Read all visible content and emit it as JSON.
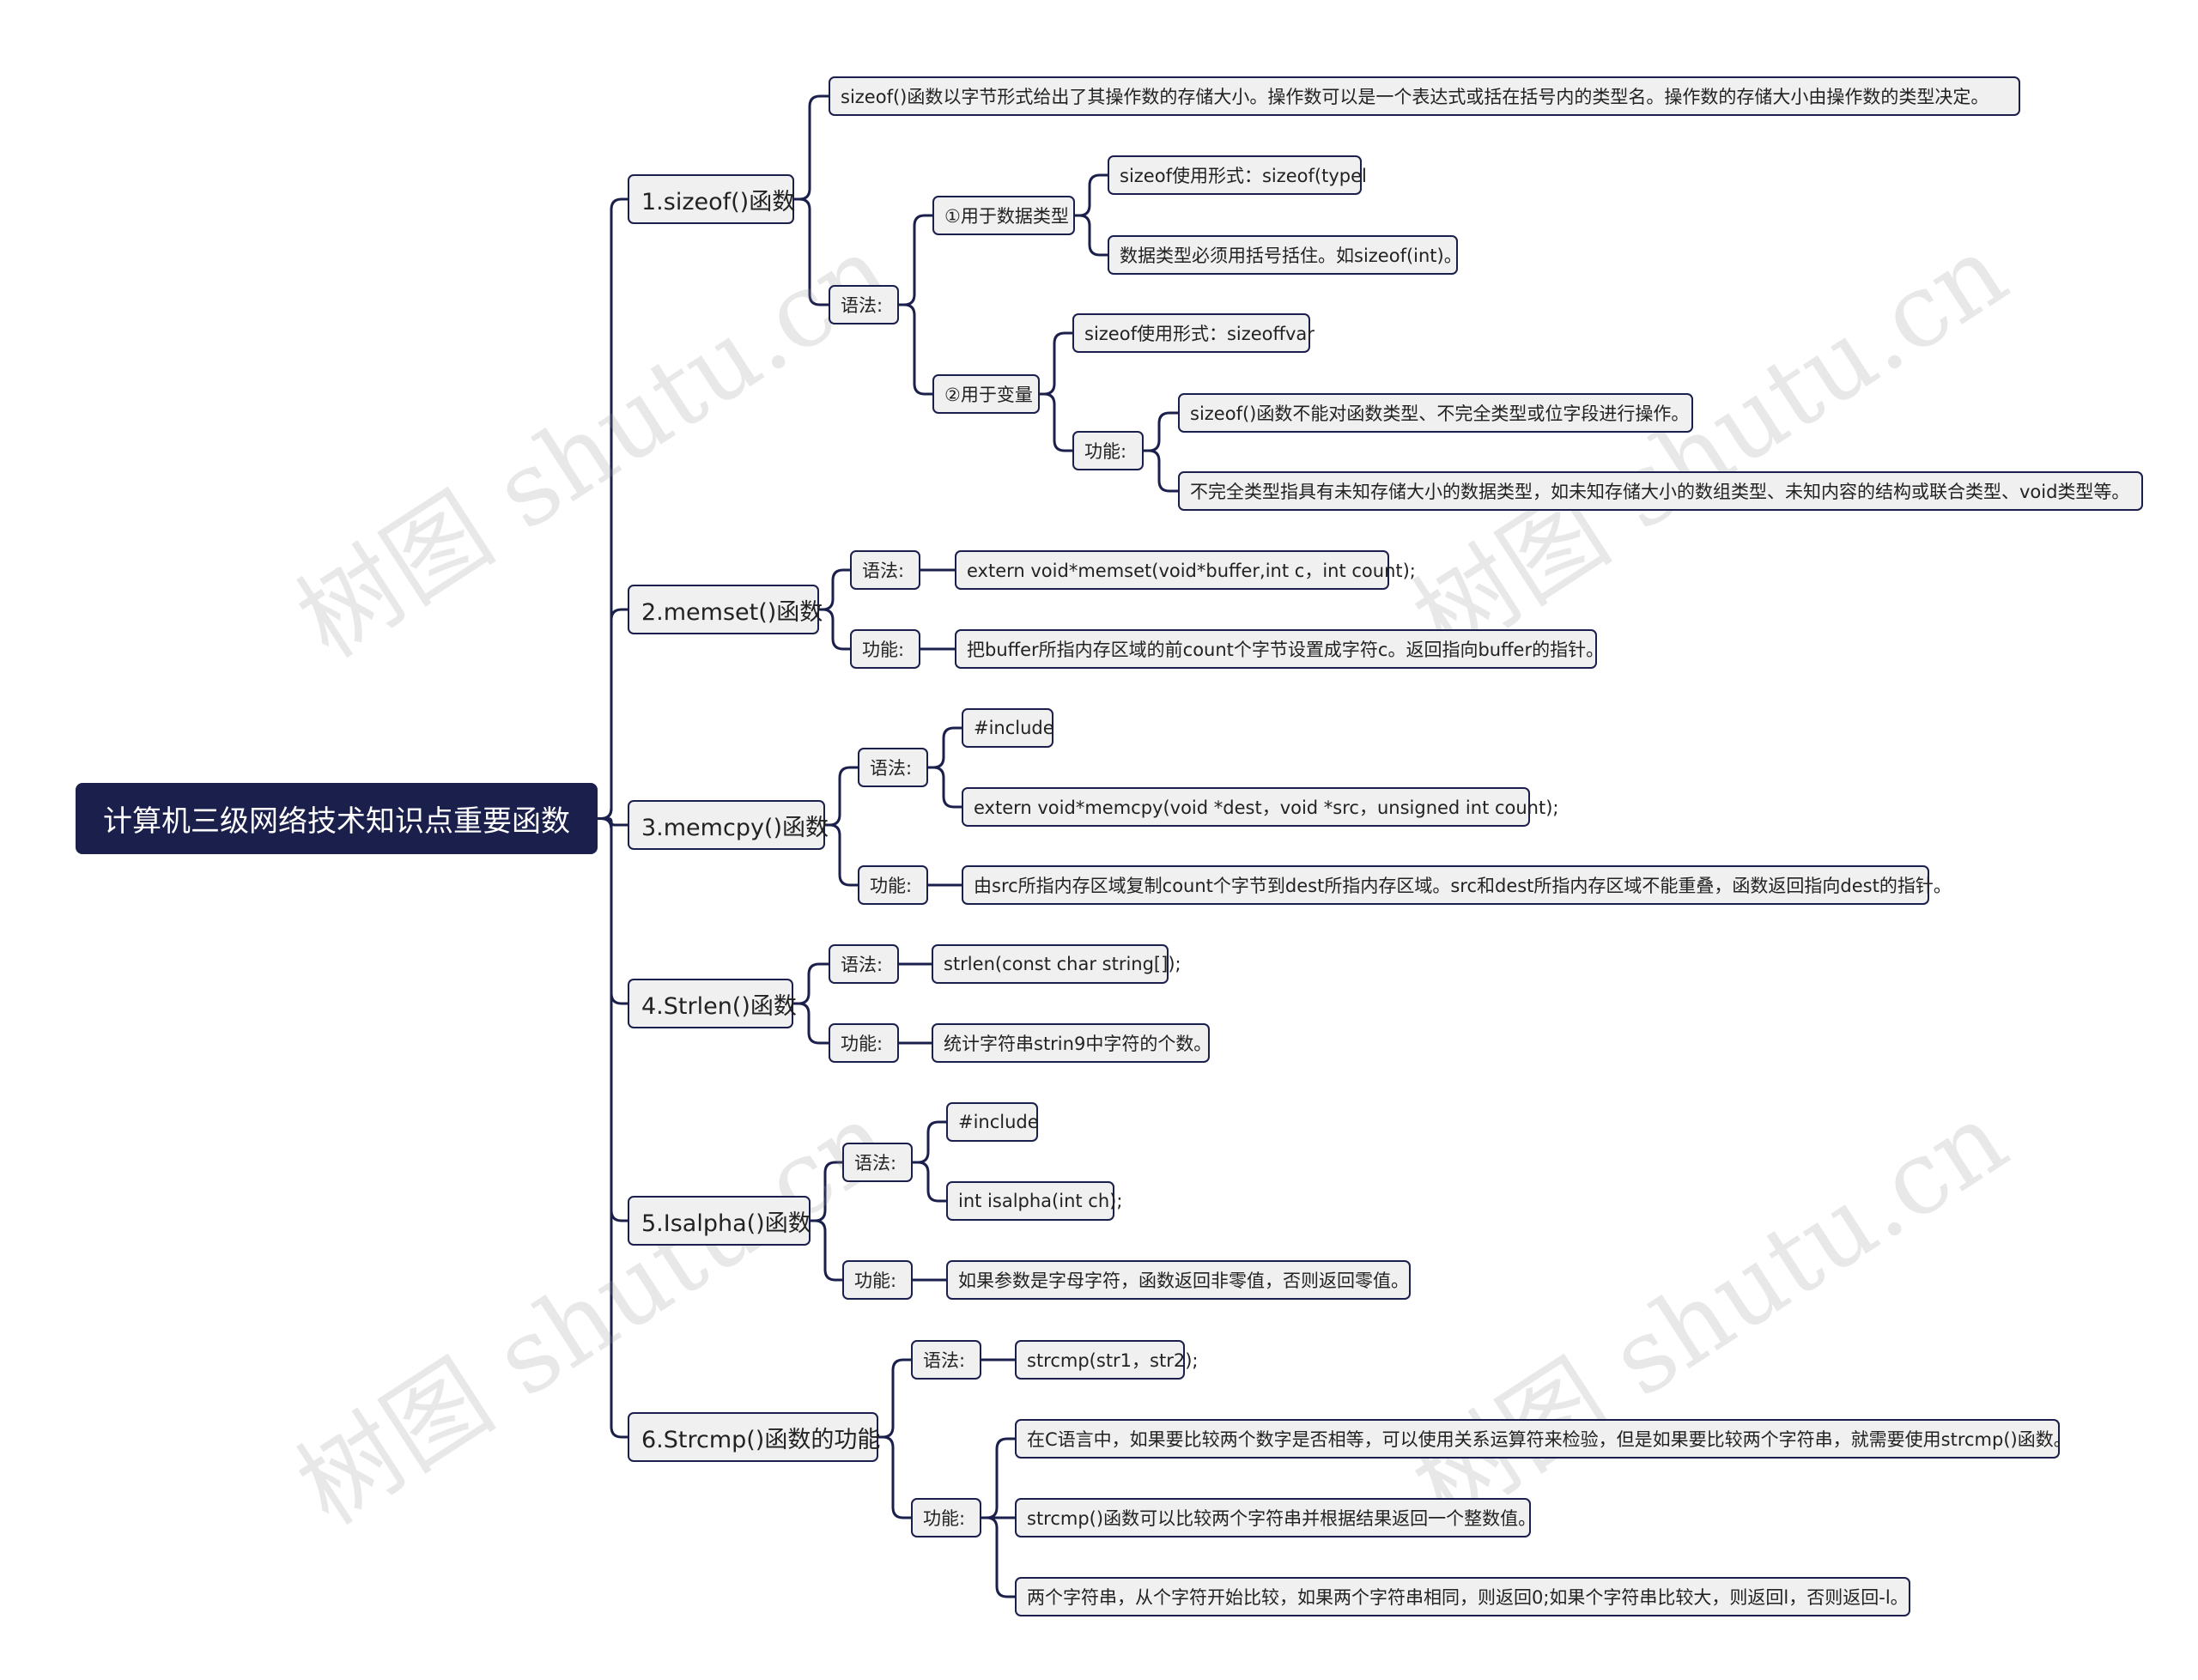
{
  "colors": {
    "line": "#1b1f4b",
    "root_fill": "#1b1f4b",
    "node_fill": "#f0f0f0"
  },
  "watermark": "树图 shutu.cn",
  "root": {
    "label": "计算机三级网络技术知识点重要函数"
  },
  "branches": {
    "sizeof": {
      "label": "1.sizeof()函数",
      "desc": "sizeof()函数以字节形式给出了其操作数的存储大小。操作数可以是一个表达式或括在括号内的类型名。操作数的存储大小由操作数的类型决定。",
      "syntax_label": "语法:",
      "datatype": {
        "label": "①用于数据类型",
        "form": "sizeof使用形式：sizeof(typel",
        "note": "数据类型必须用括号括住。如sizeof(int)。"
      },
      "variable": {
        "label": "②用于变量",
        "form": "sizeof使用形式：sizeoffvar",
        "func_label": "功能:",
        "func1": "sizeof()函数不能对函数类型、不完全类型或位字段进行操作。",
        "func2": "不完全类型指具有未知存储大小的数据类型，如未知存储大小的数组类型、未知内容的结构或联合类型、void类型等。"
      }
    },
    "memset": {
      "label": "2.memset()函数",
      "syntax_label": "语法:",
      "syntax": "extern void*memset(void*buffer,int c，int count);",
      "func_label": "功能:",
      "func": "把buffer所指内存区域的前count个字节设置成字符c。返回指向buffer的指针。"
    },
    "memcpy": {
      "label": "3.memcpy()函数",
      "syntax_label": "语法:",
      "include": "#include",
      "syntax": "extern void*memcpy(void *dest，void *src，unsigned int count);",
      "func_label": "功能:",
      "func": "由src所指内存区域复制count个字节到dest所指内存区域。src和dest所指内存区域不能重叠，函数返回指向dest的指针。"
    },
    "strlen": {
      "label": "4.Strlen()函数",
      "syntax_label": "语法:",
      "syntax": "strlen(const char string[]);",
      "func_label": "功能:",
      "func": "统计字符串strin9中字符的个数。"
    },
    "isalpha": {
      "label": "5.Isalpha()函数",
      "syntax_label": "语法:",
      "include": "#include",
      "syntax": "int isalpha(int ch);",
      "func_label": "功能:",
      "func": "如果参数是字母字符，函数返回非零值，否则返回零值。"
    },
    "strcmp": {
      "label": "6.Strcmp()函数的功能",
      "syntax_label": "语法:",
      "syntax": "strcmp(str1，str2);",
      "func_label": "功能:",
      "func1": "在C语言中，如果要比较两个数字是否相等，可以使用关系运算符来检验，但是如果要比较两个字符串，就需要使用strcmp()函数。",
      "func2": "strcmp()函数可以比较两个字符串并根据结果返回一个整数值。",
      "func3": "两个字符串，从个字符开始比较，如果两个字符串相同，则返回0;如果个字符串比较大，则返回l，否则返回-l。"
    }
  }
}
